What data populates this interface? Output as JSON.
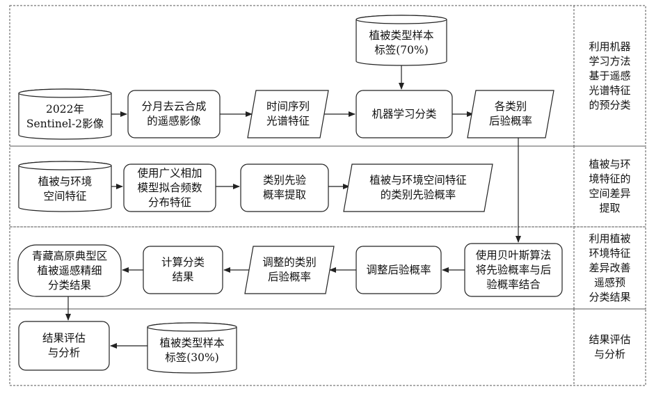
{
  "stages": [
    {
      "id": "stage1",
      "label": "利用机器\n学习方法\n基于遥感\n光谱特征\n的预分类",
      "nodes": [
        {
          "id": "n_s2",
          "shape": "cylinder",
          "text": "2022年\nSentinel-2影像"
        },
        {
          "id": "n_composite",
          "shape": "rounded-rect",
          "text": "分月去云合成\n的遥感影像"
        },
        {
          "id": "n_timeseries",
          "shape": "parallelogram",
          "text": "时间序列\n光谱特征"
        },
        {
          "id": "n_ml",
          "shape": "rounded-rect",
          "text": "机器学习分类"
        },
        {
          "id": "n_posterior",
          "shape": "parallelogram",
          "text": "各类别\n后验概率"
        },
        {
          "id": "n_train",
          "shape": "cylinder",
          "text": "植被类型样本\n标签(70%)"
        }
      ]
    },
    {
      "id": "stage2",
      "label": "植被与环\n境特征的\n空间差异\n提取",
      "nodes": [
        {
          "id": "n_env",
          "shape": "cylinder",
          "text": "植被与环境\n空间特征"
        },
        {
          "id": "n_gam",
          "shape": "rounded-rect",
          "text": "使用广义相加\n模型拟合频数\n分布特征"
        },
        {
          "id": "n_prior_extract",
          "shape": "rounded-rect",
          "text": "类别先验\n概率提取"
        },
        {
          "id": "n_prior",
          "shape": "parallelogram",
          "text": "植被与环境空间特征\n的类别先验概率"
        }
      ]
    },
    {
      "id": "stage3",
      "label": "利用植被\n环境特征\n差异改善\n遥感预\n分类结果",
      "nodes": [
        {
          "id": "n_bayes",
          "shape": "rounded-rect",
          "text": "使用贝叶斯算法\n将先验概率与后\n验概率结合"
        },
        {
          "id": "n_adjust",
          "shape": "rounded-rect",
          "text": "调整后验概率"
        },
        {
          "id": "n_adjusted",
          "shape": "parallelogram",
          "text": "调整的类别\n后验概率"
        },
        {
          "id": "n_compute",
          "shape": "rounded-rect",
          "text": "计算分类\n结果"
        },
        {
          "id": "n_result",
          "shape": "stadium",
          "text": "青藏高原典型区\n植被遥感精细\n分类结果"
        }
      ]
    },
    {
      "id": "stage4",
      "label": "结果评估\n与分析",
      "nodes": [
        {
          "id": "n_eval",
          "shape": "rounded-rect",
          "text": "结果评估\n与分析"
        },
        {
          "id": "n_test",
          "shape": "cylinder",
          "text": "植被类型样本\n标签(30%)"
        }
      ]
    }
  ],
  "edges": [
    [
      "n_s2",
      "n_composite"
    ],
    [
      "n_composite",
      "n_timeseries"
    ],
    [
      "n_timeseries",
      "n_ml"
    ],
    [
      "n_ml",
      "n_posterior"
    ],
    [
      "n_train",
      "n_ml"
    ],
    [
      "n_env",
      "n_gam"
    ],
    [
      "n_gam",
      "n_prior_extract"
    ],
    [
      "n_prior_extract",
      "n_prior"
    ],
    [
      "n_posterior",
      "n_bayes"
    ],
    [
      "n_bayes",
      "n_adjust"
    ],
    [
      "n_adjust",
      "n_adjusted"
    ],
    [
      "n_adjusted",
      "n_compute"
    ],
    [
      "n_compute",
      "n_result"
    ],
    [
      "n_result",
      "n_eval"
    ],
    [
      "n_test",
      "n_eval"
    ]
  ],
  "colors": {
    "stroke": "#222222",
    "border": "#555555",
    "background": "#ffffff"
  }
}
